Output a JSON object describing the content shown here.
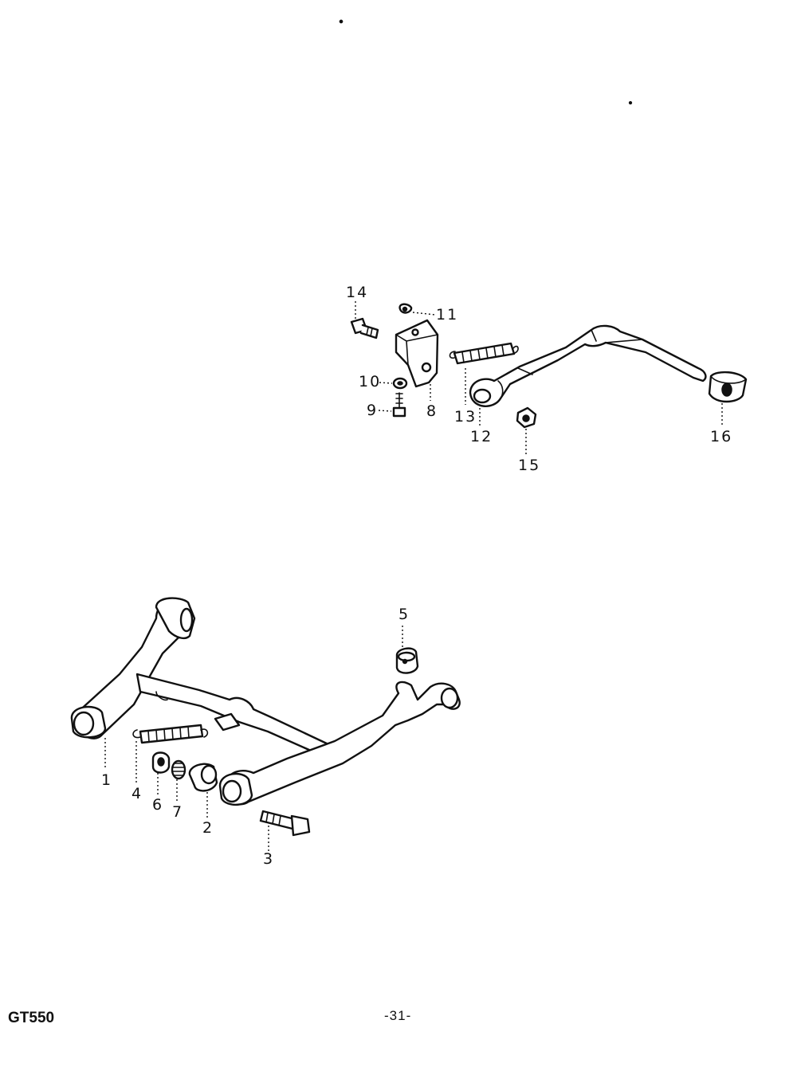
{
  "diagram": {
    "model": "GT550",
    "page_number": "-31-",
    "callouts": {
      "1": "1",
      "2": "2",
      "3": "3",
      "4": "4",
      "5": "5",
      "6": "6",
      "7": "7",
      "8": "8",
      "9": "9",
      "10": "10",
      "11": "11",
      "12": "12",
      "13": "13",
      "14": "14",
      "15": "15",
      "16": "16"
    }
  },
  "colors": {
    "ink": "#111111",
    "paper": "#ffffff"
  }
}
